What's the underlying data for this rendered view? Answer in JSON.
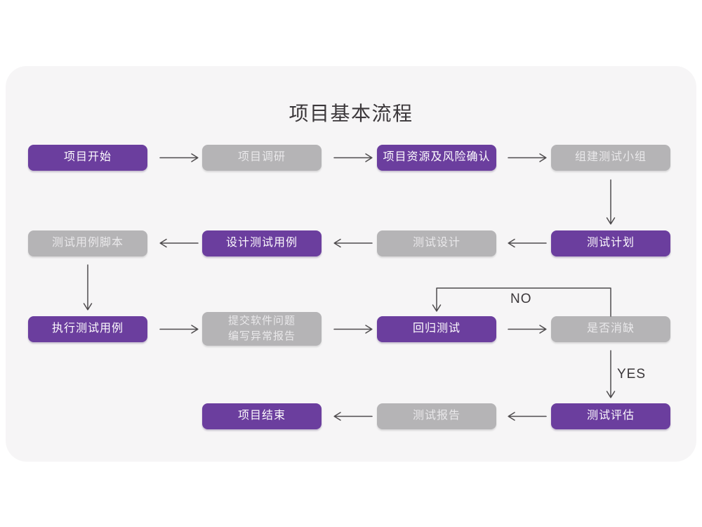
{
  "title": "项目基本流程",
  "colors": {
    "node_purple": "#6b3e9e",
    "node_gray": "#b5b4b6",
    "card_background": "#f6f5f6",
    "page_background": "#ffffff",
    "arrow": "#4f4c4e",
    "title_text": "#3b373a"
  },
  "nodes": [
    {
      "id": "project-start",
      "label": "项目开始",
      "variant": "purple"
    },
    {
      "id": "project-research",
      "label": "项目调研",
      "variant": "gray"
    },
    {
      "id": "resource-risk-confirm",
      "label": "项目资源及风险确认",
      "variant": "purple"
    },
    {
      "id": "build-test-team",
      "label": "组建测试小组",
      "variant": "gray"
    },
    {
      "id": "test-plan",
      "label": "测试计划",
      "variant": "purple"
    },
    {
      "id": "test-design",
      "label": "测试设计",
      "variant": "gray"
    },
    {
      "id": "design-test-cases",
      "label": "设计测试用例",
      "variant": "purple"
    },
    {
      "id": "test-case-script",
      "label": "测试用例脚本",
      "variant": "gray"
    },
    {
      "id": "execute-test-cases",
      "label": "执行测试用例",
      "variant": "purple"
    },
    {
      "id": "submit-issue-report",
      "label": "提交软件问题\n编写异常报告",
      "variant": "gray"
    },
    {
      "id": "regression-test",
      "label": "回归测试",
      "variant": "purple"
    },
    {
      "id": "defect-cleared",
      "label": "是否消缺",
      "variant": "gray"
    },
    {
      "id": "test-evaluation",
      "label": "测试评估",
      "variant": "purple"
    },
    {
      "id": "test-report",
      "label": "测试报告",
      "variant": "gray"
    },
    {
      "id": "project-end",
      "label": "项目结束",
      "variant": "purple"
    }
  ],
  "edge_labels": {
    "no": "NO",
    "yes": "YES"
  }
}
